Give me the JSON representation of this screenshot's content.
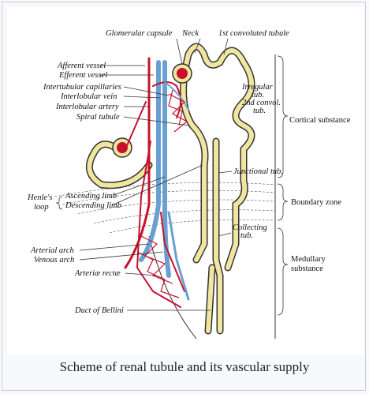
{
  "figure": {
    "labels": {
      "glomerular_capsule": "Glomerular capsule",
      "neck": "Neck",
      "first_convoluted": "1st convoluted tubule",
      "afferent_vessel": "Afferent vessel",
      "efferent_vessel": "Efferent vessel",
      "intertubular_capillaries": "Intertubular capillaries",
      "interlobular_vein": "Interlobular vein",
      "interlobular_artery": "Interlobular artery",
      "spiral_tubule": "Spiral tubule",
      "irregular_tub": "Irregular",
      "irregular_tub2": "tub.",
      "second_convol": "2nd convol.",
      "second_convol2": "tub.",
      "junctional_tub": "Junctional tub.",
      "henles_loop_1": "Henle's",
      "henles_loop_2": "loop",
      "ascending_limb": "Ascending limb",
      "descending_limb": "Descending limb",
      "collecting_tub": "Collecting",
      "collecting_tub2": "tub.",
      "arterial_arch": "Arterial arch",
      "venous_arch": "Venous arch",
      "arteriae_rectae": "Arteriæ rectæ",
      "duct_of_bellini": "Duct of Bellini",
      "cortical_substance": "Cortical substance",
      "boundary_zone": "Boundary zone",
      "medullary_1": "Medullary",
      "medullary_2": "substance"
    },
    "colors": {
      "artery": "#c8102e",
      "vein": "#6aa0d0",
      "tubule_fill": "#f0e6a0",
      "tubule_outline": "#333333"
    }
  },
  "caption": "Scheme of renal tubule and its vascular supply"
}
